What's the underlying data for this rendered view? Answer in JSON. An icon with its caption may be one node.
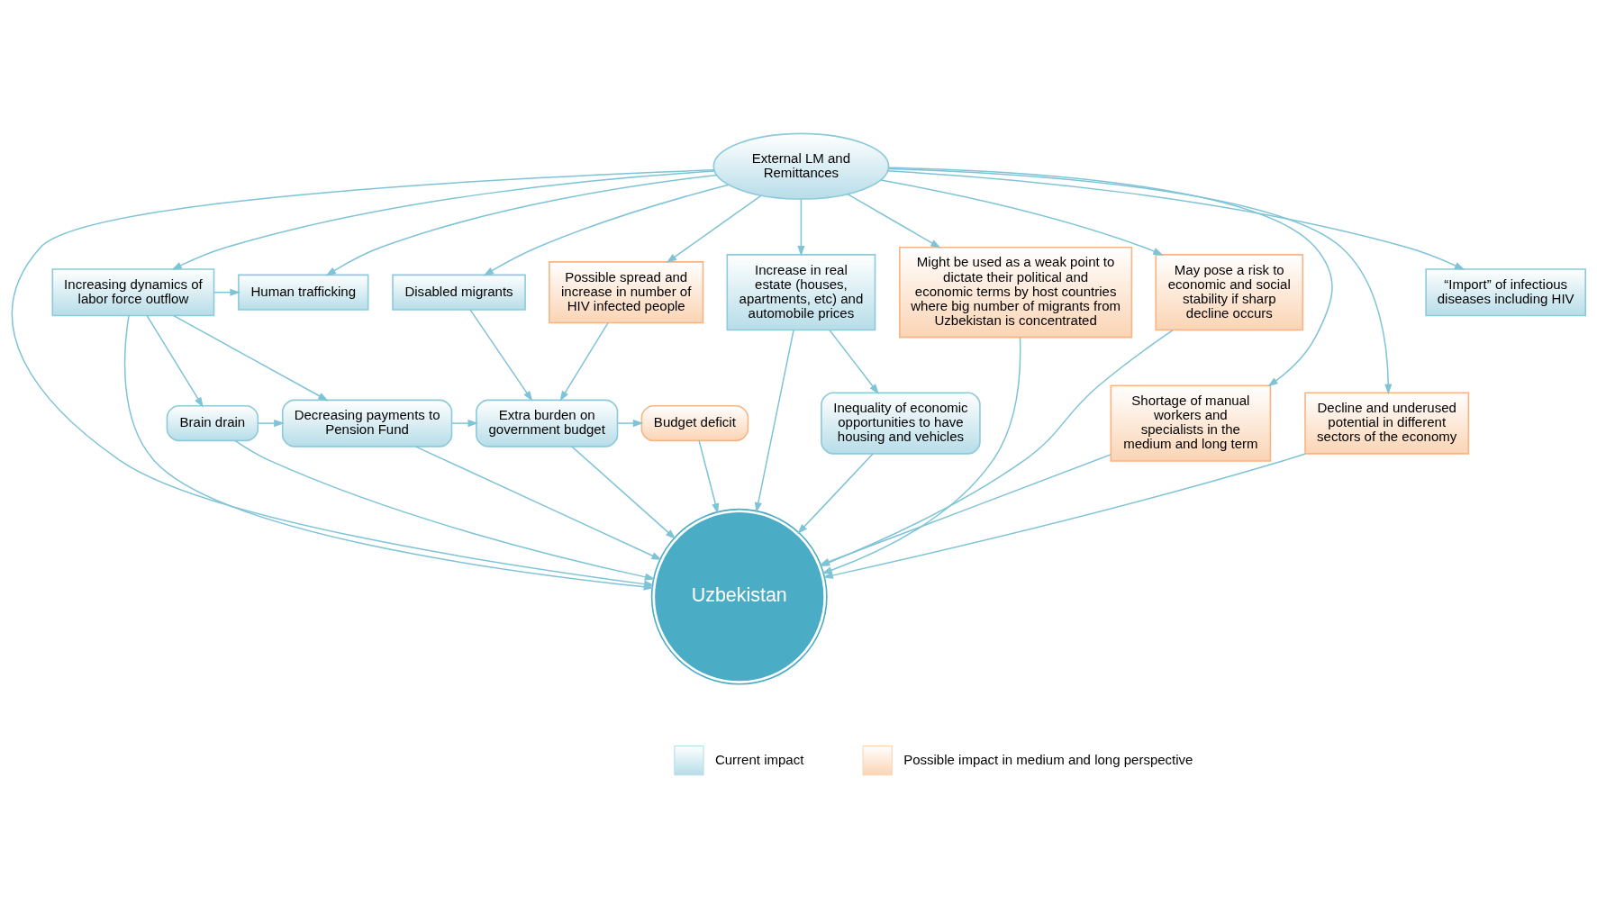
{
  "diagram": {
    "nodes": [
      {
        "text": [
          "External LM and Remittances"
        ]
      },
      {
        "text": [
          "Increasing dynamics of labor force outflow"
        ]
      },
      {
        "text": [
          "Human trafficking"
        ]
      },
      {
        "text": [
          "Disabled migrants"
        ]
      },
      {
        "text": [
          "“Import” of infectious diseases including HIV"
        ]
      },
      {
        "text": [
          "Possible spread and increase in number of HIV infected people"
        ]
      },
      {
        "text": [
          "Brain drain"
        ]
      },
      {
        "text": [
          "Decreasing payments to Pension Fund"
        ]
      },
      {
        "text": [
          "Extra burden on government budget"
        ]
      },
      {
        "text": [
          "Budget deficit"
        ]
      },
      {
        "text": [
          "Increase in real estate (houses, apartments, etc) and automobile prices"
        ]
      },
      {
        "text": [
          "Inequality of economic opportunities to have housing and vehicles"
        ]
      },
      {
        "text": [
          "Might be used as a weak point to dictate their political and economic terms by host countries where big number of migrants from Uzbekistan is concentrated"
        ]
      },
      {
        "text": [
          "May pose a risk to economic and social stability if sharp decline occurs"
        ]
      },
      {
        "text": [
          "Uzbekistan"
        ]
      },
      {
        "text": [
          "Shortage of manual workers and specialists in the medium and long term"
        ]
      },
      {
        "text": [
          "Decline and underused potential in different sectors of the economy"
        ]
      }
    ],
    "edges": [
      {
        "from": 0,
        "to": 1,
        "arrow": "to"
      },
      {
        "from": 0,
        "to": 2,
        "arrow": "to"
      },
      {
        "from": 0,
        "to": 3,
        "arrow": "to"
      },
      {
        "from": 0,
        "to": 4,
        "arrow": "to"
      },
      {
        "from": 0,
        "to": 5,
        "arrow": "to"
      },
      {
        "from": 0,
        "to": 15,
        "arrow": "to"
      },
      {
        "from": 0,
        "to": 16,
        "arrow": "to"
      },
      {
        "from": 0,
        "to": 10,
        "arrow": "to"
      },
      {
        "from": 0,
        "to": 12,
        "arrow": "to"
      },
      {
        "from": 0,
        "to": 13,
        "arrow": "to"
      },
      {
        "from": 1,
        "to": 2,
        "arrow": "to"
      },
      {
        "from": 1,
        "to": 6,
        "arrow": "to"
      },
      {
        "from": 1,
        "to": 7,
        "arrow": "to"
      },
      {
        "from": 1,
        "to": 14,
        "arrow": "to"
      },
      {
        "from": 3,
        "to": 8,
        "arrow": "to"
      },
      {
        "from": 5,
        "to": 8,
        "arrow": "to"
      },
      {
        "from": 6,
        "to": 7,
        "arrow": "to"
      },
      {
        "from": 7,
        "to": 8,
        "arrow": "to"
      },
      {
        "from": 8,
        "to": 9,
        "arrow": "to"
      },
      {
        "from": 0,
        "to": 14,
        "arrow": "to"
      },
      {
        "from": 6,
        "to": 14,
        "arrow": "to"
      },
      {
        "from": 7,
        "to": 14,
        "arrow": "to"
      },
      {
        "from": 8,
        "to": 14,
        "arrow": "to"
      },
      {
        "from": 9,
        "to": 14,
        "arrow": "to"
      },
      {
        "from": 10,
        "to": 11,
        "arrow": "to"
      },
      {
        "from": 10,
        "to": 14,
        "arrow": "to"
      },
      {
        "from": 11,
        "to": 14,
        "arrow": "to"
      },
      {
        "from": 12,
        "to": 14,
        "arrow": "to"
      },
      {
        "from": 13,
        "to": 14,
        "arrow": "to"
      },
      {
        "from": 15,
        "to": 14,
        "arrow": "to"
      },
      {
        "from": 16,
        "to": 14,
        "arrow": "to"
      }
    ],
    "legend": [
      {
        "text": "Current impact",
        "color": "#b7dde8"
      },
      {
        "text": "Possible impact in medium and long perspective",
        "color": "#fbd4b4"
      }
    ]
  }
}
